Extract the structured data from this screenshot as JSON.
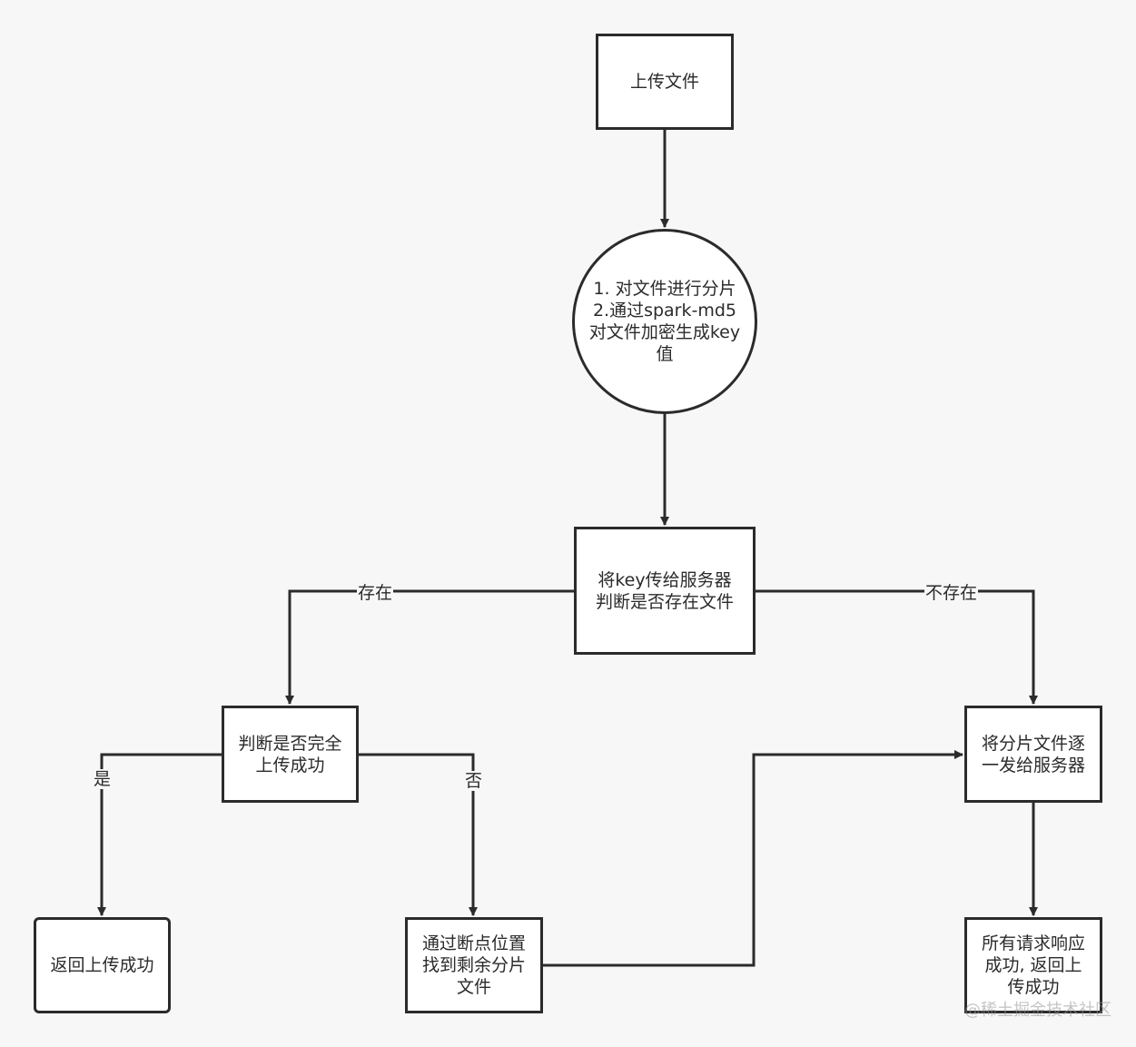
{
  "nodes": {
    "upload_file": "上传文件",
    "split_and_hash": "1. 对文件进行分片\n2.通过spark-md5\n对文件加密生成key\n值",
    "check_exists": "将key传给服务器\n判断是否存在文件",
    "check_complete": "判断是否完全\n上传成功",
    "send_chunks": "将分片文件逐\n一发给服务器",
    "return_success": "返回上传成功",
    "find_remaining": "通过断点位置\n找到剩余分片\n文件",
    "all_success": "所有请求响应\n成功, 返回上\n传成功"
  },
  "edge_labels": {
    "exists": "存在",
    "not_exists": "不存在",
    "yes": "是",
    "no": "否"
  },
  "watermark": "@稀土掘金技术社区",
  "colors": {
    "line": "#2b2b2b",
    "background": "#f7f7f7",
    "node_fill": "#ffffff"
  }
}
